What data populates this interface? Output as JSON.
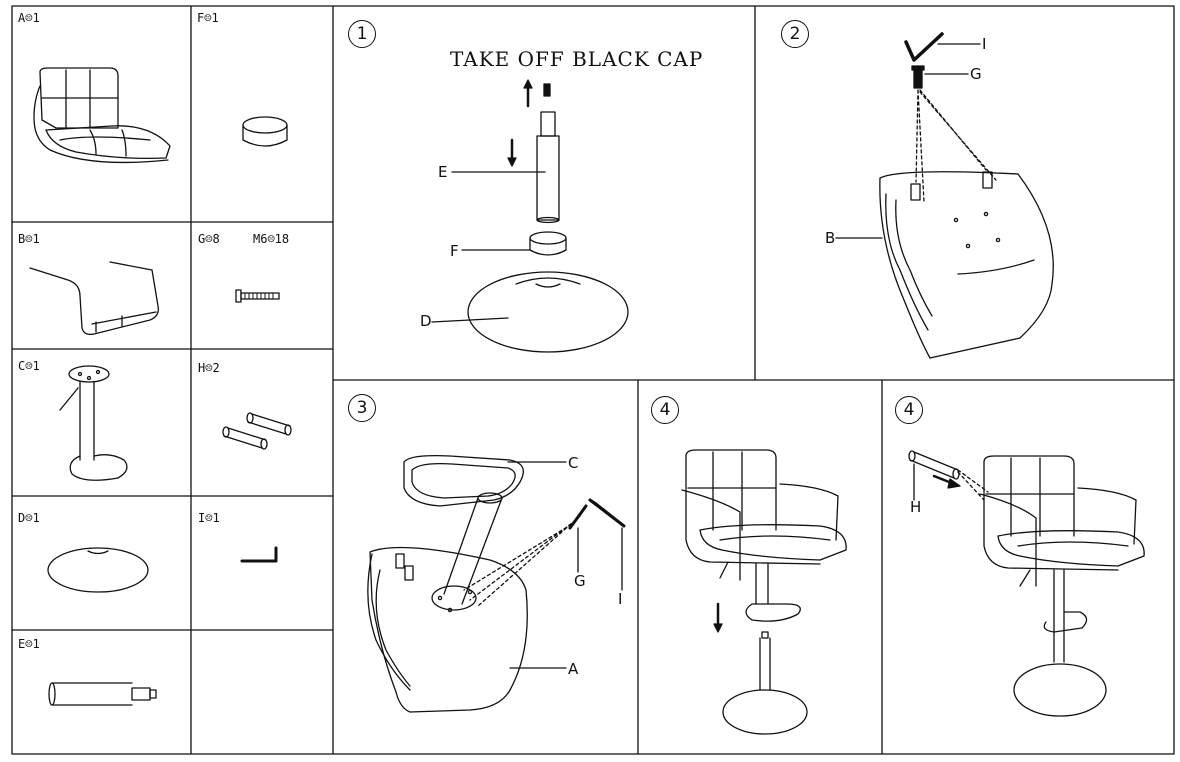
{
  "parts": {
    "A": "A☹1",
    "B": "B☹1",
    "C": "C☹1",
    "D": "D☹1",
    "E": "E☹1",
    "F": "F☹1",
    "G": "G☹8",
    "G_size": "M6☹18",
    "H": "H☹2",
    "I": "I☹1"
  },
  "steps": {
    "s1": "1",
    "s2": "2",
    "s3": "3",
    "s4a": "4",
    "s4b": "4"
  },
  "step1": {
    "title": "TAKE OFF BLACK CAP",
    "E": "E",
    "F": "F",
    "D": "D"
  },
  "step2": {
    "I": "I",
    "G": "G",
    "B": "B"
  },
  "step3": {
    "C": "C",
    "G": "G",
    "I": "I",
    "A": "A"
  },
  "step4b": {
    "H": "H"
  }
}
